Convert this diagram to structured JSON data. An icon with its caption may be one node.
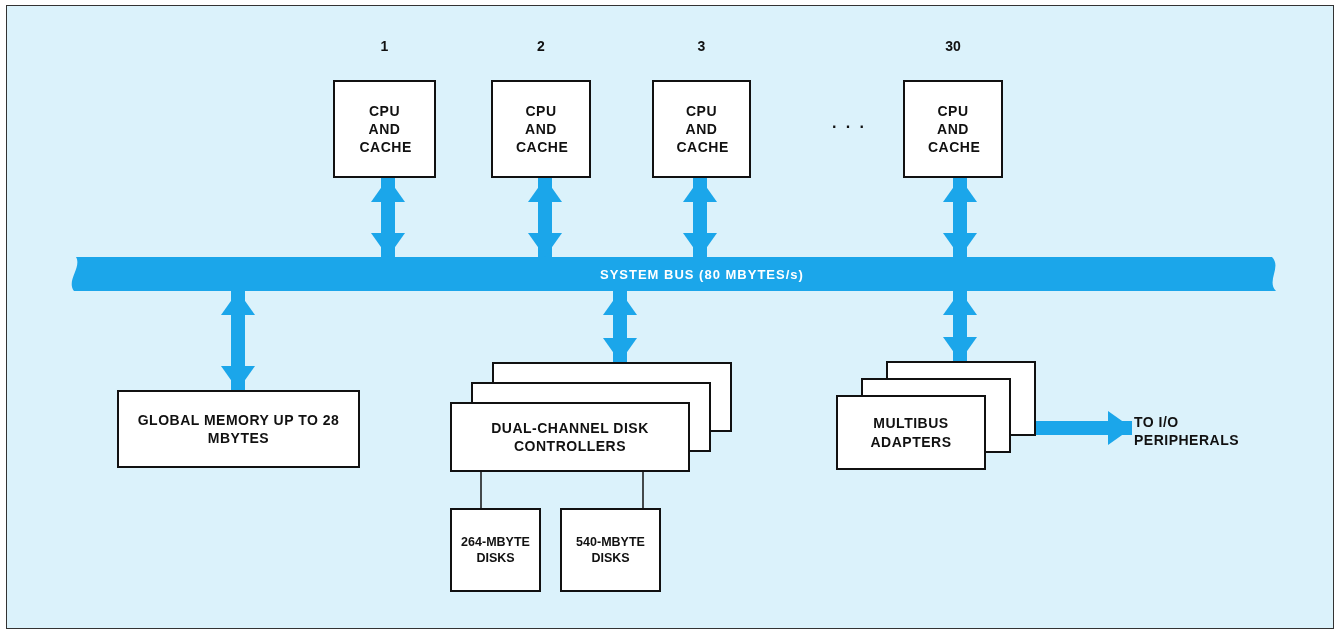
{
  "diagram": {
    "nodes": [
      {
        "text": [
          "CPU AND CACHE"
        ],
        "beside": [
          "1"
        ]
      },
      {
        "text": [
          "CPU AND CACHE"
        ],
        "beside": [
          "2"
        ]
      },
      {
        "text": [
          "CPU AND CACHE"
        ],
        "beside": [
          "3"
        ]
      },
      {
        "text": [
          "CPU AND CACHE"
        ],
        "beside": [
          "30"
        ]
      },
      {
        "text": [
          "SYSTEM BUS (80 MBYTES/s)"
        ]
      },
      {
        "text": [
          "GLOBAL MEMORY UP TO 28 MBYTES"
        ]
      },
      {
        "text": [
          "DUAL-CHANNEL DISK CONTROLLERS"
        ]
      },
      {
        "text": [
          "MULTIBUS ADAPTERS"
        ]
      },
      {
        "text": [
          "264-MBYTE DISKS"
        ]
      },
      {
        "text": [
          "540-MBYTE DISKS"
        ]
      },
      {
        "text": [
          "TO I/O PERIPHERALS"
        ]
      }
    ],
    "edges": [
      {
        "from": 0,
        "to": 4,
        "arrow": "both"
      },
      {
        "from": 1,
        "to": 4,
        "arrow": "both"
      },
      {
        "from": 2,
        "to": 4,
        "arrow": "both"
      },
      {
        "from": 3,
        "to": 4,
        "arrow": "both"
      },
      {
        "from": 4,
        "to": 5,
        "arrow": "both"
      },
      {
        "from": 4,
        "to": 6,
        "arrow": "both"
      },
      {
        "from": 4,
        "to": 7,
        "arrow": "both"
      },
      {
        "from": 6,
        "to": 8,
        "arrow": "none",
        "color": "#111111"
      },
      {
        "from": 6,
        "to": 9,
        "arrow": "none",
        "color": "#111111"
      },
      {
        "from": 7,
        "to": 10,
        "arrow": "to"
      }
    ],
    "labels": [
      "· · ·"
    ]
  }
}
